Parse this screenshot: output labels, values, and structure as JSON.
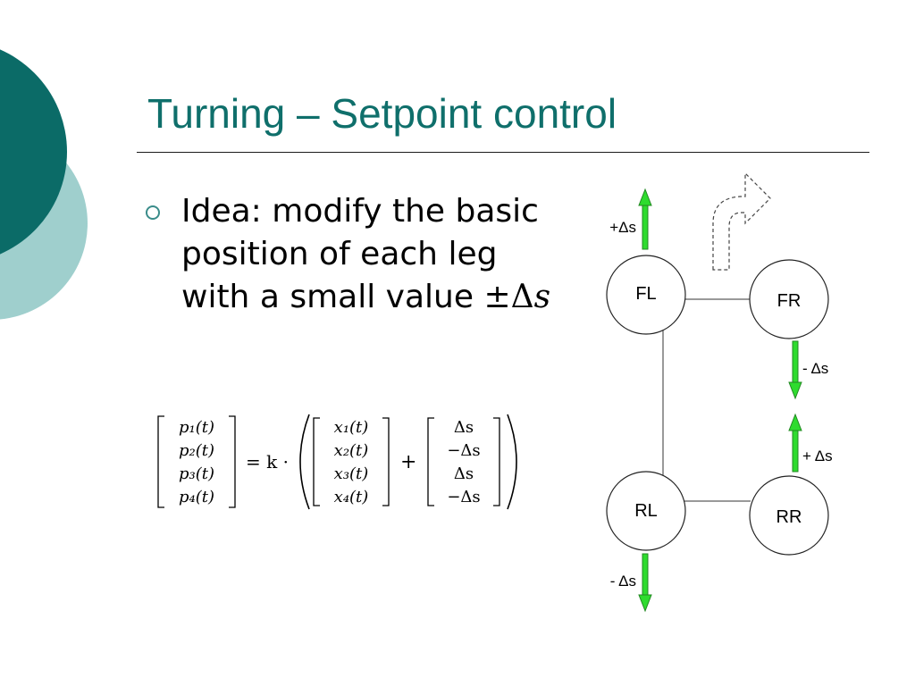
{
  "slide": {
    "title": "Turning – Setpoint control",
    "colors": {
      "title": "#0f6f6b",
      "circle_dark": "#0b6b67",
      "circle_light": "#9fcfcd",
      "arrow_green": "#2edc2e"
    }
  },
  "bullet": {
    "text": "Idea: modify the basic position of each leg with a small value",
    "math": "±Δ",
    "math_var": "s"
  },
  "equation": {
    "lhs": [
      "p₁(t)",
      "p₂(t)",
      "p₃(t)",
      "p₄(t)"
    ],
    "operator_eq": "= k ·",
    "x": [
      "x₁(t)",
      "x₂(t)",
      "x₃(t)",
      "x₄(t)"
    ],
    "operator_plus": "+",
    "delta": [
      "Δs",
      "−Δs",
      "Δs",
      "−Δs"
    ]
  },
  "diagram": {
    "legs": {
      "fl": "FL",
      "fr": "FR",
      "rl": "RL",
      "rr": "RR"
    },
    "arrow_labels": {
      "fl": "+Δs",
      "fr": "- Δs",
      "rr": "+ Δs",
      "rl": "- Δs"
    },
    "turn_arrow": "turn-right-arrow-icon"
  }
}
